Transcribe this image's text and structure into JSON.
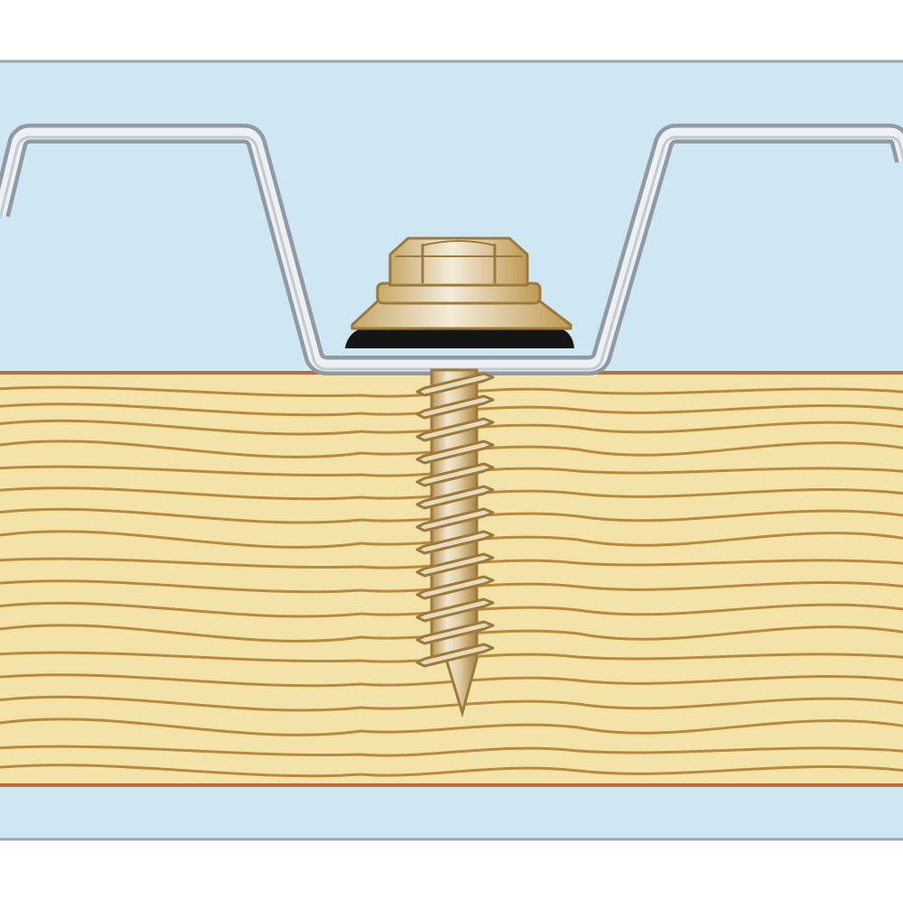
{
  "diagram": {
    "components": [
      {
        "name": "sky-background",
        "color": "#cfe6f3"
      },
      {
        "name": "corrugated-metal-sheet",
        "profile": "trapezoidal",
        "color": "#e8ecef",
        "edge_color": "#8f9aa3"
      },
      {
        "name": "hex-head-screw",
        "head": "hex-washer-head",
        "color": "#dcc9a0",
        "edge_color": "#9c7a3c"
      },
      {
        "name": "rubber-sealing-washer",
        "color": "#151515"
      },
      {
        "name": "wood-beam",
        "grain": "horizontal",
        "color": "#f3e3a9",
        "grain_color": "#b98a3e",
        "edge_color": "#b5703a"
      }
    ]
  }
}
